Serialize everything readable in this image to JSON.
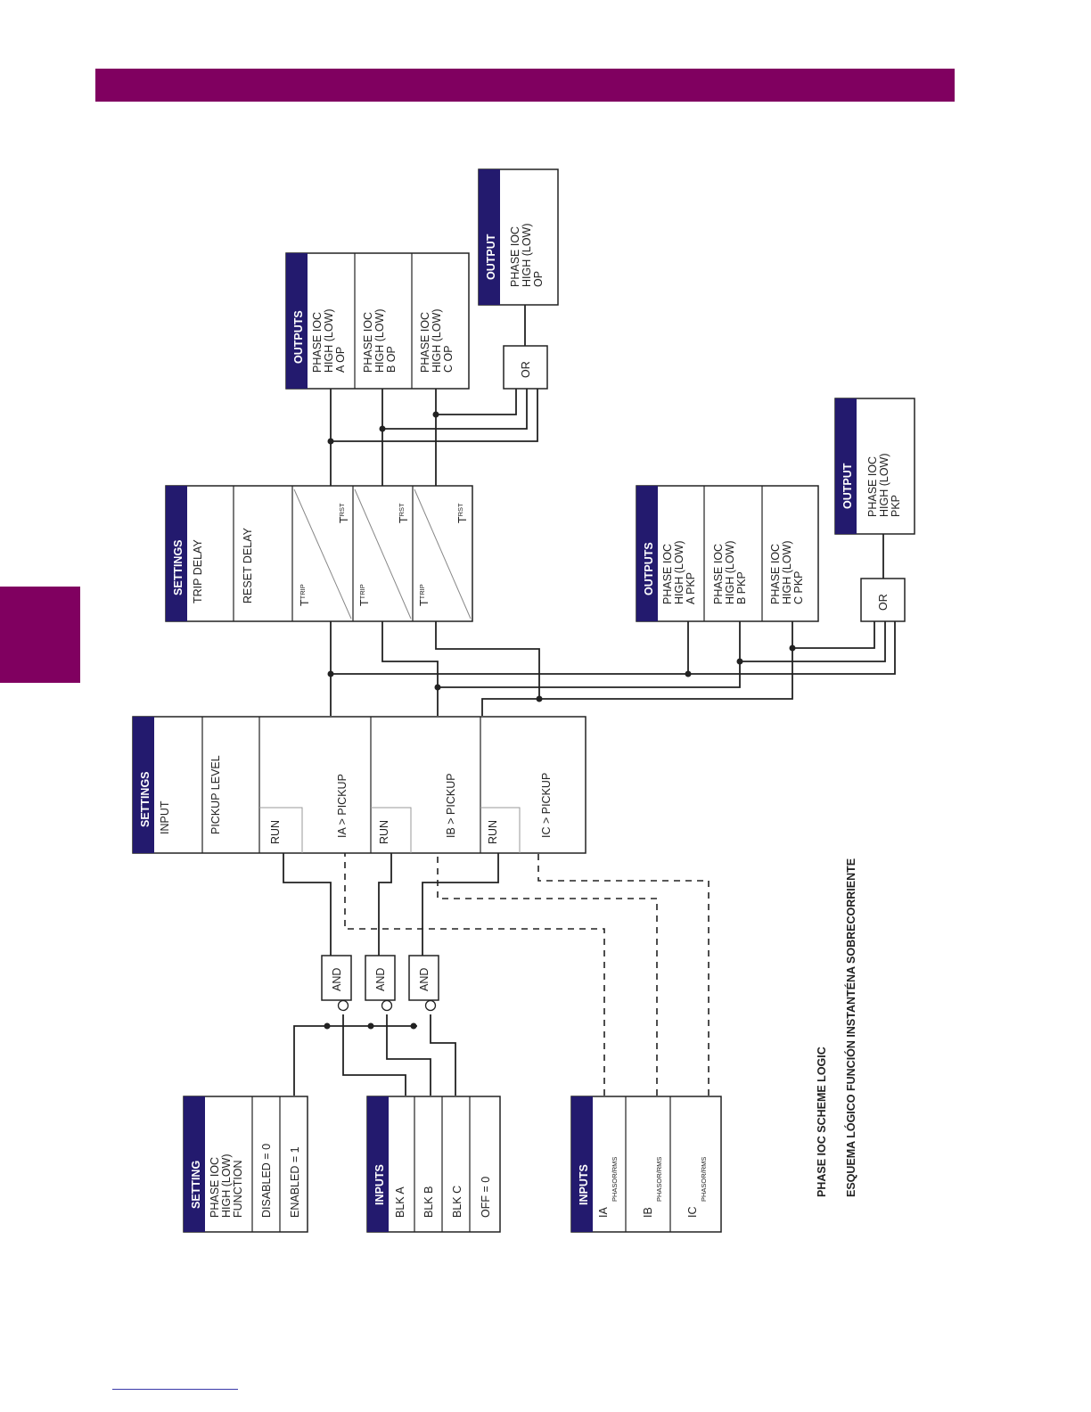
{
  "colors": {
    "header": "#800060",
    "side_tab": "#800060",
    "box_title": "#231a6e",
    "line": "#222222"
  },
  "setting_function": {
    "title": "SETTING",
    "name": [
      "PHASE IOC",
      "HIGH (LOW)",
      "FUNCTION"
    ],
    "disabled": "DISABLED = 0",
    "enabled": "ENABLED = 1"
  },
  "inputs_blk": {
    "title": "INPUTS",
    "a": "BLK A",
    "b": "BLK B",
    "c": "BLK C",
    "off": "OFF = 0"
  },
  "inputs_phasor": {
    "title": "INPUTS",
    "ia": "IA",
    "ib": "IB",
    "ic": "IC",
    "sub": "PHASOR/RMS"
  },
  "and_gates": [
    "AND",
    "AND",
    "AND"
  ],
  "settings_pickup": {
    "title": "SETTINGS",
    "input": "INPUT",
    "pickup_level": "PICKUP LEVEL",
    "run": "RUN",
    "ia": "IA > PICKUP",
    "ib": "IB > PICKUP",
    "ic": "IC > PICKUP"
  },
  "settings_delay": {
    "title": "SETTINGS",
    "trip_delay": "TRIP DELAY",
    "reset_delay": "RESET DELAY",
    "t": "T",
    "trip_sub": "TRIP",
    "rst_sub": "RST"
  },
  "outputs_op": {
    "title": "OUTPUTS",
    "a": [
      "PHASE IOC",
      "HIGH (LOW)",
      "A OP"
    ],
    "b": [
      "PHASE IOC",
      "HIGH (LOW)",
      "B OP"
    ],
    "c": [
      "PHASE IOC",
      "HIGH (LOW)",
      "C OP"
    ]
  },
  "outputs_pkp": {
    "title": "OUTPUTS",
    "a": [
      "PHASE IOC",
      "HIGH (LOW)",
      "A PKP"
    ],
    "b": [
      "PHASE IOC",
      "HIGH (LOW)",
      "B PKP"
    ],
    "c": [
      "PHASE IOC",
      "HIGH (LOW)",
      "C PKP"
    ]
  },
  "or_gates": [
    "OR",
    "OR"
  ],
  "output_op": {
    "title": "OUTPUT",
    "text": [
      "PHASE IOC",
      "HIGH (LOW)",
      "OP"
    ]
  },
  "output_pkp": {
    "title": "OUTPUT",
    "text": [
      "PHASE IOC",
      "HIGH (LOW)",
      "PKP"
    ]
  },
  "caption": {
    "line1": "PHASE IOC SCHEME LOGIC",
    "line2": "ESQUEMA LÓGICO FUNCIÓN INSTANTÉNA SOBRECORRIENTE"
  }
}
